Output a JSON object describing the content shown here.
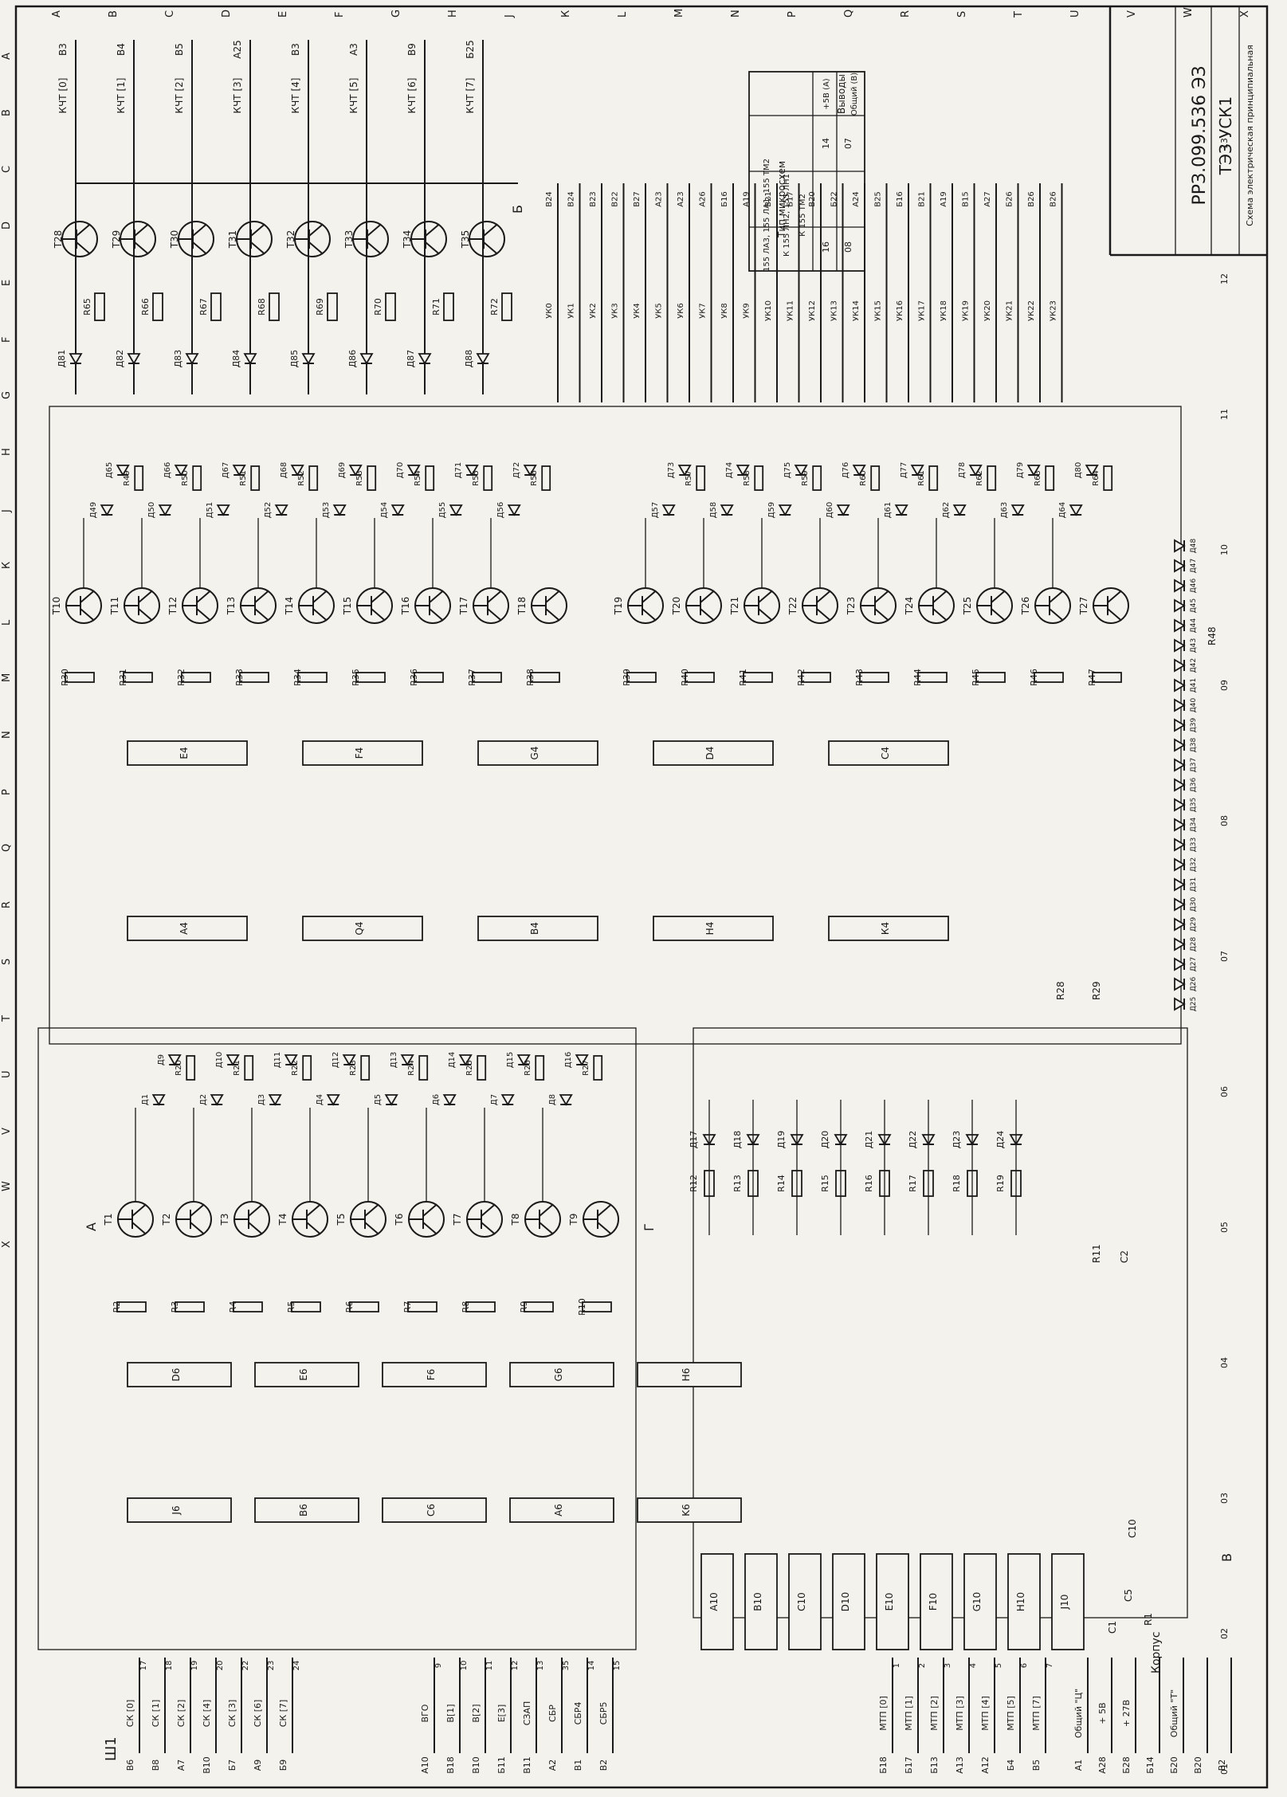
{
  "title_block": {
    "doc_number": "РРЗ.099.536 ЭЗ",
    "name": "ТЭЗ УСК1",
    "doc_type": "Схема электрическая принципиальная"
  },
  "chip_table": {
    "header_type": "Тип микросхем",
    "header_pins": "Выводы",
    "header_plus": "+5В (А)",
    "header_common": "Общий (В)",
    "rows": [
      {
        "type": "155 ЛА3, 155 ЛА1, 155 ТМ2",
        "plus": "14",
        "common": "07"
      },
      {
        "type": "К 155 ЛН2, 155 ЛН1",
        "plus": "",
        "common": ""
      },
      {
        "type": "К 155 ТМ2",
        "plus": "16",
        "common": "08"
      }
    ]
  },
  "connector": {
    "name": "Ш1"
  },
  "column_letters": [
    "А",
    "В",
    "С",
    "D",
    "Е",
    "F",
    "G",
    "Н",
    "J",
    "К",
    "L",
    "М",
    "N",
    "Р",
    "Q",
    "R",
    "S",
    "Т",
    "U",
    "V",
    "W",
    "X"
  ],
  "bottom_pins": [
    "01",
    "02",
    "03",
    "04",
    "05",
    "06",
    "07",
    "08",
    "09",
    "10",
    "11",
    "12",
    "13"
  ],
  "top_inputs": [
    {
      "label": "КЧТ [0]",
      "pin": "В3"
    },
    {
      "label": "КЧТ [1]",
      "pin": "В4"
    },
    {
      "label": "КЧТ [2]",
      "pin": "В5"
    },
    {
      "label": "КЧТ [3]",
      "pin": "А25"
    },
    {
      "label": "КЧТ [4]",
      "pin": "В3"
    },
    {
      "label": "КЧТ [5]",
      "pin": "А3"
    },
    {
      "label": "КЧТ [6]",
      "pin": "В9"
    },
    {
      "label": "КЧТ [7]",
      "pin": "Б25"
    }
  ],
  "top_transistors": [
    "Т28",
    "Т29",
    "Т30",
    "Т31",
    "Т32",
    "Т33",
    "Т34",
    "Т35"
  ],
  "top_resistors": [
    "R65",
    "R66",
    "R67",
    "R68",
    "R69",
    "R70",
    "R71",
    "R72"
  ],
  "top_diodes": [
    "Д81",
    "Д82",
    "Д83",
    "Д84",
    "Д85",
    "Д86",
    "Д87",
    "Д88"
  ],
  "uk_list": [
    {
      "label": "УК0",
      "pin": "В24"
    },
    {
      "label": "УК1",
      "pin": "В24"
    },
    {
      "label": "УК2",
      "pin": "В23"
    },
    {
      "label": "УК3",
      "pin": "В22"
    },
    {
      "label": "УК4",
      "pin": "В27"
    },
    {
      "label": "УК5",
      "pin": "А23"
    },
    {
      "label": "УК6",
      "pin": "А23"
    },
    {
      "label": "УК7",
      "pin": "А26"
    },
    {
      "label": "УК8",
      "pin": "Б16"
    },
    {
      "label": "УК9",
      "pin": "А19"
    },
    {
      "label": "УК10",
      "pin": "В21"
    },
    {
      "label": "УК11",
      "pin": "Б17"
    },
    {
      "label": "УК12",
      "pin": "В20"
    },
    {
      "label": "УК13",
      "pin": "Б22"
    },
    {
      "label": "УК14",
      "pin": "А24"
    },
    {
      "label": "УК15",
      "pin": "В25"
    },
    {
      "label": "УК16",
      "pin": "Б16"
    },
    {
      "label": "УК17",
      "pin": "В21"
    },
    {
      "label": "УК18",
      "pin": "А19"
    },
    {
      "label": "УК19",
      "pin": "В15"
    },
    {
      "label": "УК20",
      "pin": "А27"
    },
    {
      "label": "УК21",
      "pin": "Б26"
    },
    {
      "label": "УК22",
      "pin": "В26"
    },
    {
      "label": "УК23",
      "pin": "В26"
    }
  ],
  "block_mid_left": {
    "transistors": [
      "Т10",
      "Т11",
      "Т12",
      "Т13",
      "Т14",
      "Т15",
      "Т16",
      "Т17",
      "Т18"
    ],
    "resistors": [
      "R30",
      "R31",
      "R32",
      "R33",
      "R34",
      "R35",
      "R36",
      "R37",
      "R38"
    ],
    "diodes": [
      "Д49",
      "Д50",
      "Д51",
      "Д52",
      "Д53",
      "Д54",
      "Д55",
      "Д56"
    ],
    "diodes2": [
      "Д65",
      "Д66",
      "Д67",
      "Д68",
      "Д69",
      "Д70",
      "Д71",
      "Д72"
    ],
    "resistors2": [
      "R49",
      "R50",
      "R51",
      "R52",
      "R53",
      "R54",
      "R55",
      "R56"
    ]
  },
  "block_mid_right": {
    "transistors": [
      "Т19",
      "Т20",
      "Т21",
      "Т22",
      "Т23",
      "Т24",
      "Т25",
      "Т26",
      "Т27"
    ],
    "resistors": [
      "R39",
      "R40",
      "R41",
      "R42",
      "R43",
      "R44",
      "R45",
      "R46",
      "R47"
    ],
    "diodes": [
      "Д57",
      "Д58",
      "Д59",
      "Д60",
      "Д61",
      "Д62",
      "Д63",
      "Д64"
    ],
    "diodes2": [
      "Д73",
      "Д74",
      "Д75",
      "Д76",
      "Д77",
      "Д78",
      "Д79",
      "Д80"
    ],
    "resistors2": [
      "R57",
      "R58",
      "R59",
      "R60",
      "R61",
      "R62",
      "R63",
      "R64"
    ]
  },
  "block_lower": {
    "transistors": [
      "Т1",
      "Т2",
      "Т3",
      "Т4",
      "Т5",
      "Т6",
      "Т7",
      "Т8",
      "Т9"
    ],
    "resistors": [
      "R2",
      "R3",
      "R4",
      "R5",
      "R6",
      "R7",
      "R8",
      "R9",
      "R10"
    ],
    "diodes": [
      "Д1",
      "Д2",
      "Д3",
      "Д4",
      "Д5",
      "Д6",
      "Д7",
      "Д8"
    ],
    "diodes2": [
      "Д9",
      "Д10",
      "Д11",
      "Д12",
      "Д13",
      "Д14",
      "Д15",
      "Д16"
    ],
    "resistors2": [
      "R20",
      "R21",
      "R22",
      "R23",
      "R24",
      "R25",
      "R26",
      "R27"
    ]
  },
  "block_lower_right": {
    "diodes": [
      "Д17",
      "Д18",
      "Д19",
      "Д20",
      "Д21",
      "Д22",
      "Д23",
      "Д24"
    ],
    "resistors": [
      "R12",
      "R13",
      "R14",
      "R15",
      "R16",
      "R17",
      "R18",
      "R19"
    ]
  },
  "led_array": [
    "Д25",
    "Д26",
    "Д27",
    "Д28",
    "Д29",
    "Д30",
    "Д31",
    "Д32",
    "Д33",
    "Д34",
    "Д35",
    "Д36",
    "Д37",
    "Д38",
    "Д39",
    "Д40",
    "Д41",
    "Д42",
    "Д43",
    "Д44",
    "Д45",
    "Д46",
    "Д47",
    "Д48"
  ],
  "misc_parts": {
    "r28": "R28",
    "r29": "R29",
    "r48": "R48",
    "r11": "R11",
    "c2": "С2",
    "r1": "R1",
    "c1": "С1",
    "c5": "С5",
    "c10": "С10"
  },
  "chips_mid": [
    "Е4",
    "F4",
    "G4",
    "D4",
    "С4",
    "А4",
    "Q4",
    "В4",
    "Н4",
    "К4"
  ],
  "chips_lower": [
    "D6",
    "E6",
    "F6",
    "G6",
    "H6",
    "J6",
    "B6",
    "C6",
    "A6",
    "K6"
  ],
  "chips_bottom": [
    "А10",
    "B10",
    "С10",
    "D10",
    "Е10",
    "F10",
    "G10",
    "Н10",
    "J10"
  ],
  "bus_letters": {
    "a": "А",
    "b": "Б",
    "v": "В",
    "g": "Г"
  },
  "sk_signals": [
    {
      "label": "СК [0]",
      "pin": "В6",
      "n": "17"
    },
    {
      "label": "СК [1]",
      "pin": "В8",
      "n": "18"
    },
    {
      "label": "СК [2]",
      "pin": "А7",
      "n": "19"
    },
    {
      "label": "СК [4]",
      "pin": "В10",
      "n": "20"
    },
    {
      "label": "СК [3]",
      "pin": "Б7",
      "n": "22"
    },
    {
      "label": "СК [6]",
      "pin": "А9",
      "n": "23"
    },
    {
      "label": "СК [7]",
      "pin": "Б9",
      "n": "24"
    }
  ],
  "b_signals": [
    {
      "label": "ВГО",
      "pin": "А10",
      "n": "9"
    },
    {
      "label": "В[1]",
      "pin": "В18",
      "n": "10"
    },
    {
      "label": "В[2]",
      "pin": "В10",
      "n": "11"
    },
    {
      "label": "Е[3]",
      "pin": "Б11",
      "n": "12"
    },
    {
      "label": "СЗАП",
      "pin": "В11",
      "n": "13"
    },
    {
      "label": "СБР",
      "pin": "А2",
      "n": "35"
    },
    {
      "label": "СБР4",
      "pin": "В1",
      "n": "14"
    },
    {
      "label": "СБР5",
      "pin": "В2",
      "n": "15"
    }
  ],
  "mtp_signals": [
    {
      "label": "МТП [0]",
      "pin": "Б18",
      "n": "1"
    },
    {
      "label": "МТП [1]",
      "pin": "Б17",
      "n": "2"
    },
    {
      "label": "МТП [2]",
      "pin": "Б13",
      "n": "3"
    },
    {
      "label": "МТП [3]",
      "pin": "А13",
      "n": "4"
    },
    {
      "label": "МТП [4]",
      "pin": "А12",
      "n": "5"
    },
    {
      "label": "МТП [5]",
      "pin": "Б4",
      "n": "6"
    },
    {
      "label": "МТП [7]",
      "pin": "В5",
      "n": "7"
    }
  ],
  "power": [
    {
      "label": "Общий \"Ц\"",
      "pin": "А1"
    },
    {
      "label": "+ 5В",
      "pin": "А28"
    },
    {
      "label": "+ 27В",
      "pin": "Б28"
    },
    {
      "label": "",
      "pin": "Б14"
    },
    {
      "label": "Общий \"Т\"",
      "pin": "Б20"
    },
    {
      "label": "",
      "pin": "В20"
    },
    {
      "label": "",
      "pin": "В2"
    }
  ],
  "case_label": "Корпус"
}
